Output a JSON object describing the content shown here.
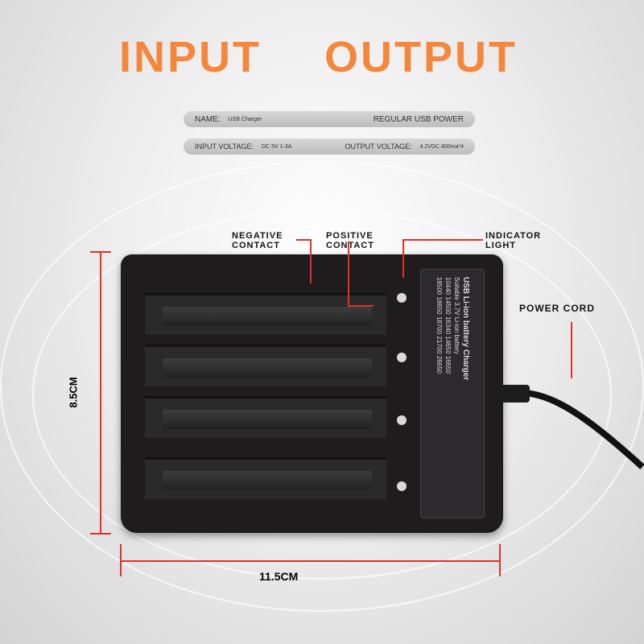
{
  "titles": {
    "input": "INPUT",
    "output": "OUTPUT"
  },
  "specs": {
    "name_label": "NAME:",
    "name_value": "USB Charger",
    "name_right": "REGULAR USB POWER",
    "input_label": "INPUT VOLTAGE:",
    "input_value": "DC 5V 1-3A",
    "output_label": "OUTPUT VOLTAGE:",
    "output_value": "4.2VDC 800ma*4"
  },
  "callouts": {
    "negative": "NEGATIVE CONTACT",
    "positive": "POSITIVE CONTACT",
    "indicator": "INDICATOR LIGHT",
    "power_cord": "POWER CORD"
  },
  "dimensions": {
    "height": "8.5CM",
    "width": "11.5CM"
  },
  "panel": {
    "line1": "USB Li-ion battery Charger",
    "line2": "Suitable 3.7V Li-ion battery",
    "line3": "10440  14500  16340  14650  16650",
    "line4": "18500  18650  18700  21700  26650"
  },
  "colors": {
    "accent": "#f5873c",
    "annotation": "#e3302a"
  }
}
